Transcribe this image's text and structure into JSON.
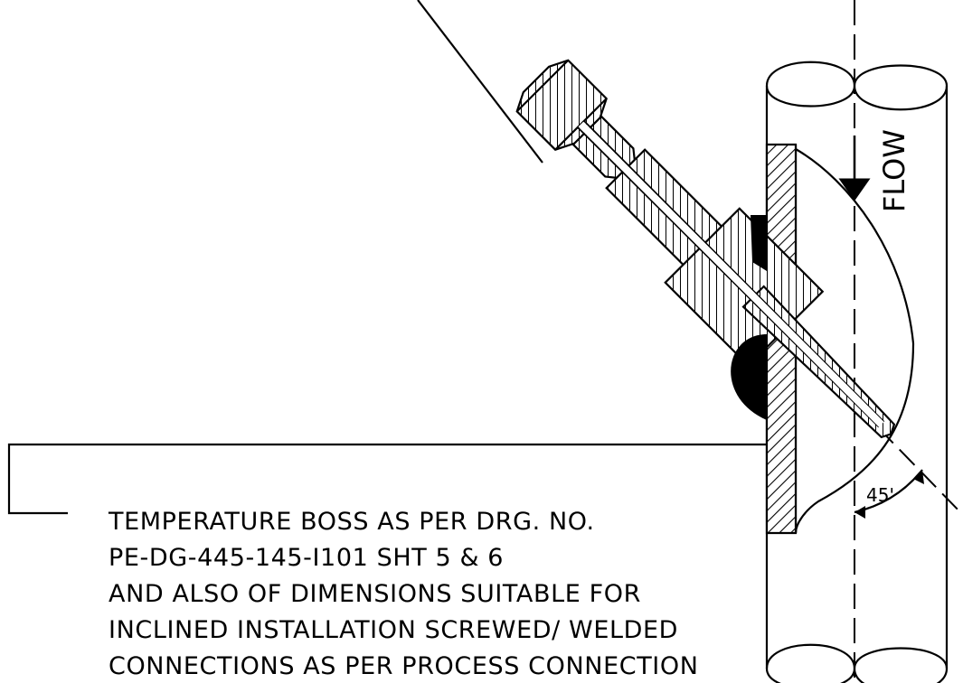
{
  "diagram": {
    "flow_label": "FLOW",
    "angle_label": "45'",
    "note_lines": [
      "TEMPERATURE BOSS AS PER DRG. NO.",
      "PE-DG-445-145-I101   SHT 5 & 6",
      "AND ALSO OF DIMENSIONS SUITABLE FOR",
      "INCLINED INSTALLATION SCREWED/ WELDED",
      "CONNECTIONS AS PER PROCESS CONNECTION"
    ]
  }
}
